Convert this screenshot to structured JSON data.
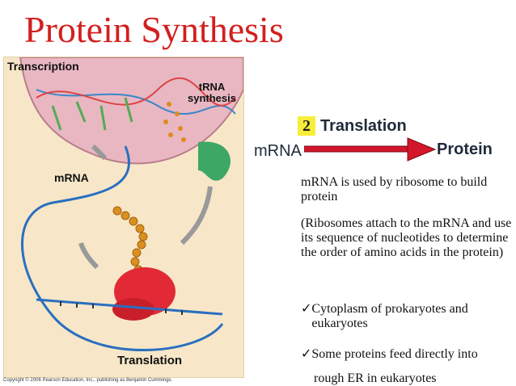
{
  "title": "Protein Synthesis",
  "figure": {
    "transcription_label": "Transcription",
    "trna_label": "tRNA synthesis",
    "mrna_label": "mRNA",
    "translation_label": "Translation",
    "copyright": "Copyright © 2006 Pearson Education, Inc., publishing as Benjamin Cummings."
  },
  "step": {
    "number": "2",
    "title": "Translation",
    "from": "mRNA",
    "to": "Protein",
    "arrow_color": "#d4162a"
  },
  "text": {
    "p1": "mRNA is used by ribosome to build protein",
    "p2": "(Ribosomes attach to the mRNA and use its sequence of nucleotides to determine the order of amino acids in the protein)",
    "bullet1": "Cytoplasm of prokaryotes and eukaryotes",
    "bullet2": "Some proteins feed directly into",
    "bullet2_cont": "rough ER in eukaryotes"
  },
  "colors": {
    "title": "#d21f1f",
    "badge": "#f7ee3a",
    "panel": "#f7e7c8"
  }
}
